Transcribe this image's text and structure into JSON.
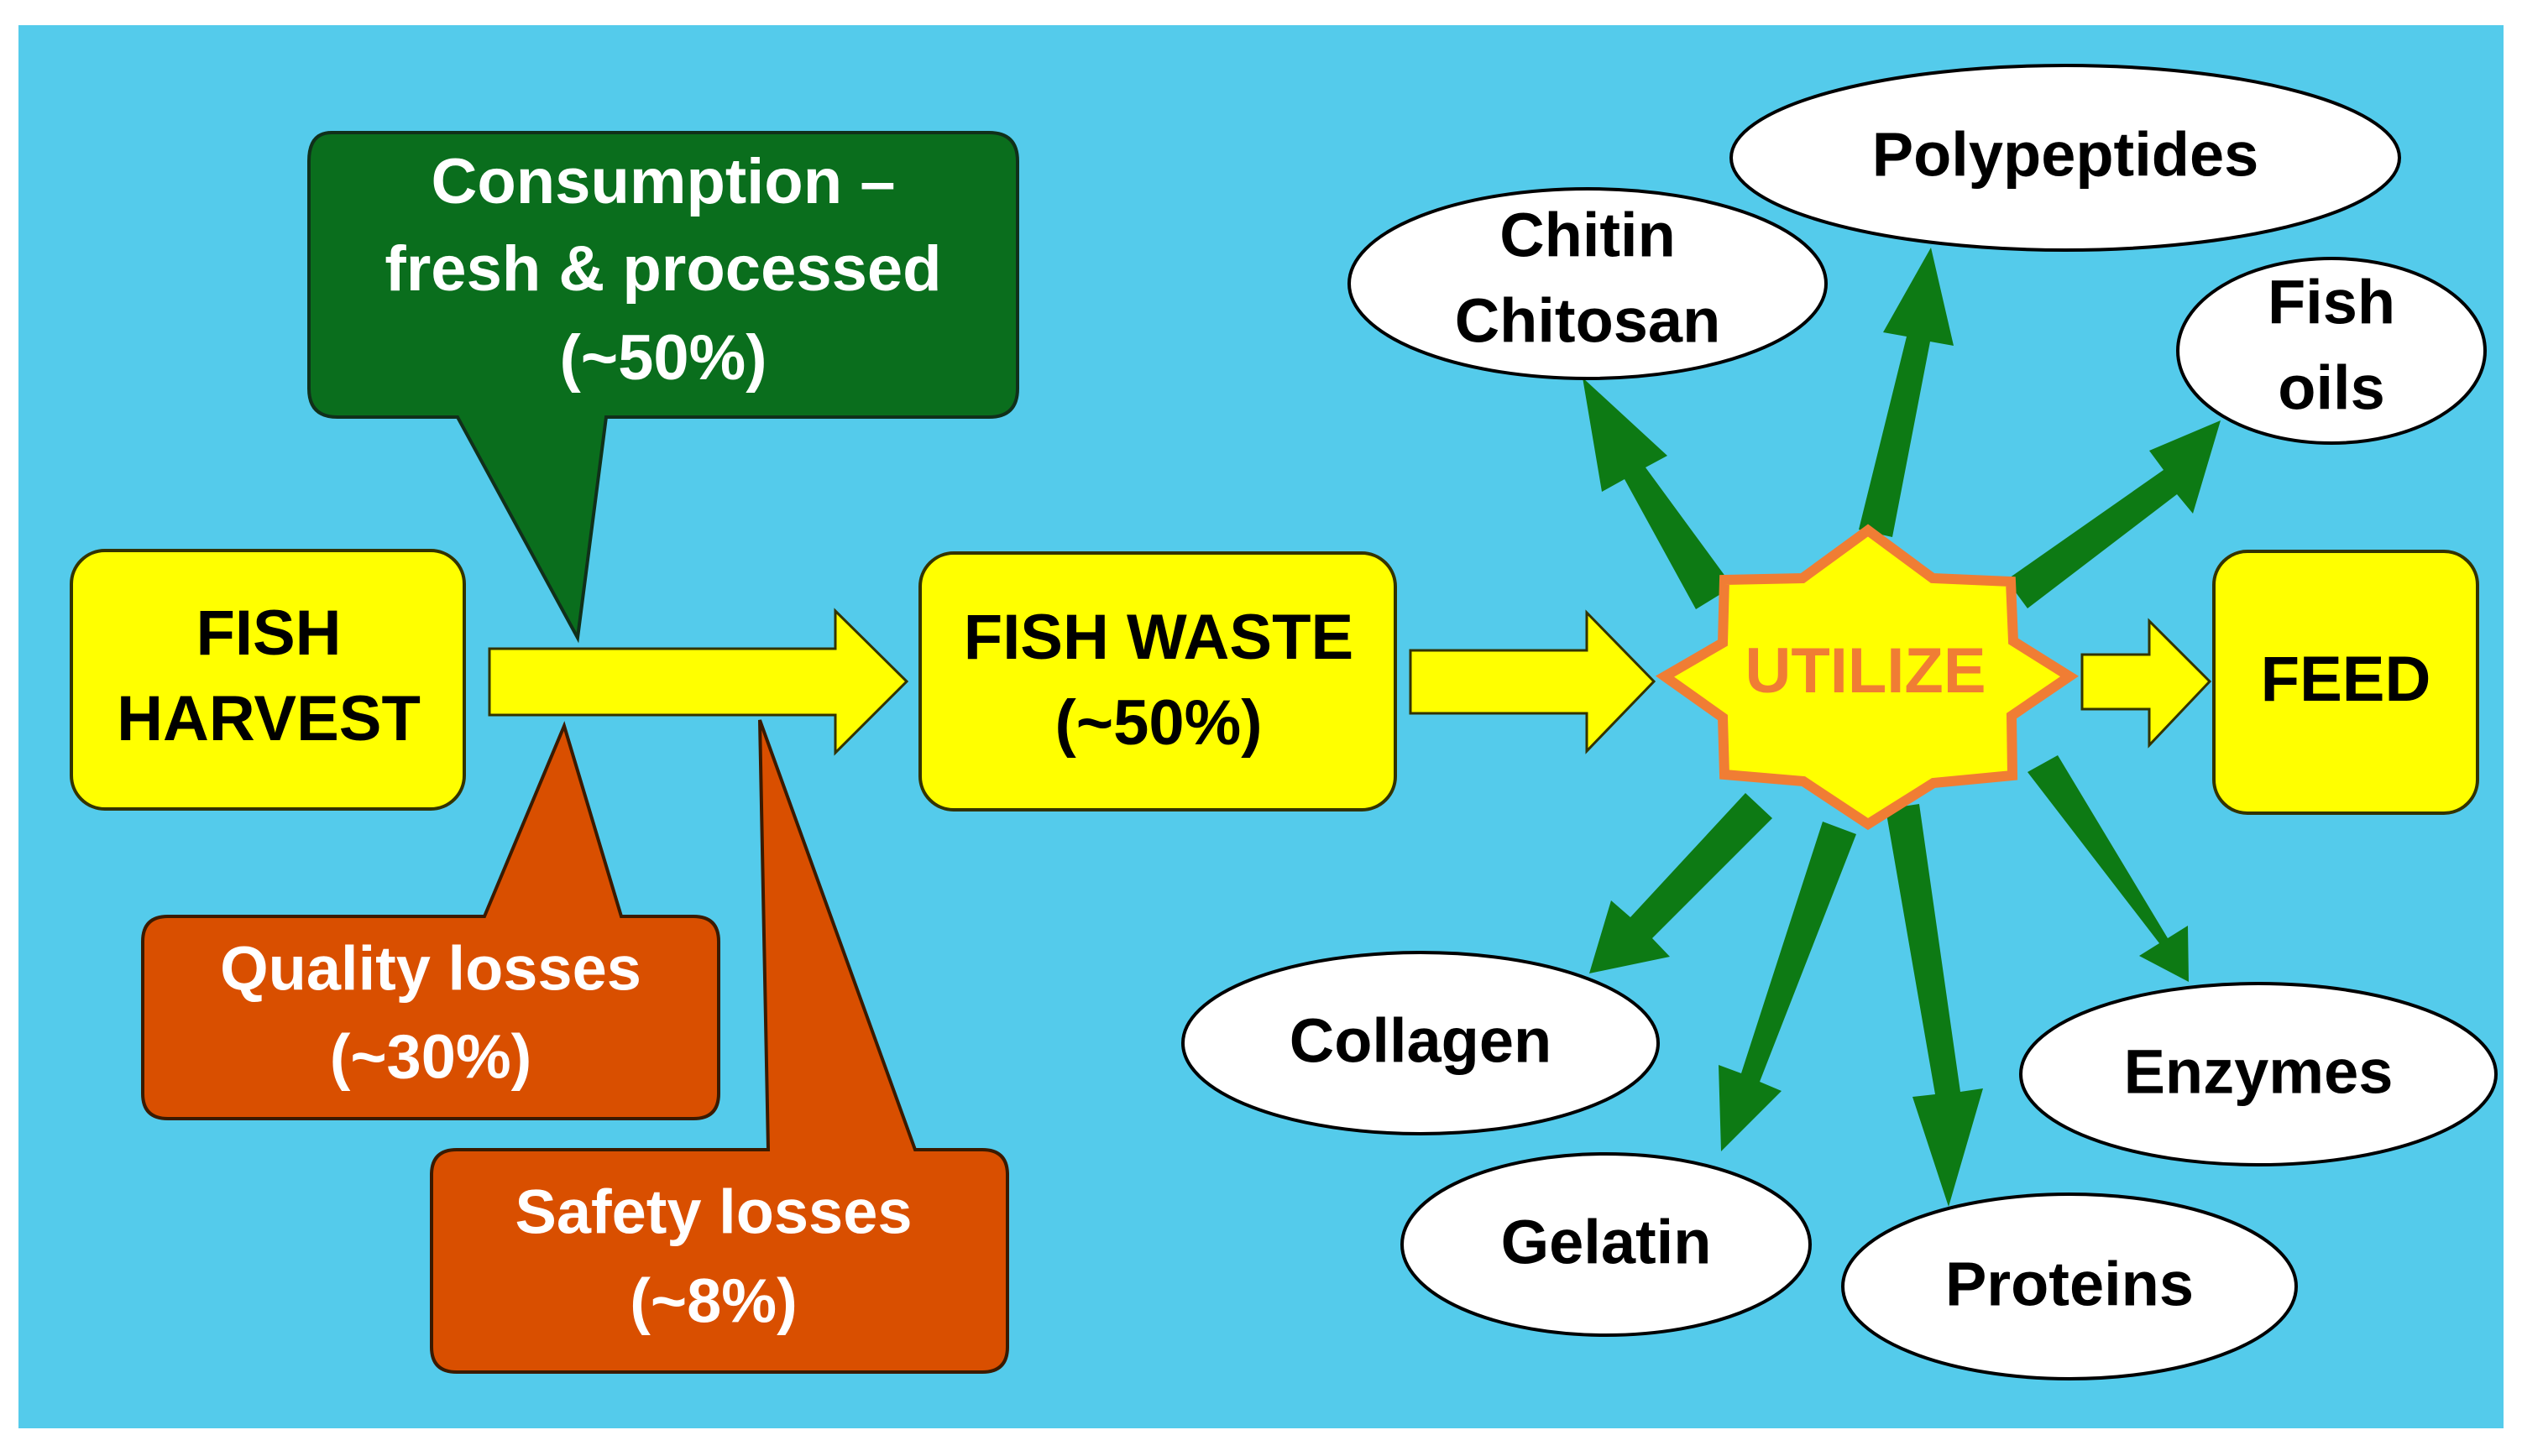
{
  "colors": {
    "background": "#54cbeb",
    "yellow_box": "#ffff00",
    "green_callout": "#0a6e1d",
    "orange_callout": "#d94f00",
    "green_arrow": "#0d7a14",
    "utilize_text": "#f07d34",
    "utilize_border": "#f07d34"
  },
  "nodes": {
    "fish_harvest": [
      "FISH",
      "HARVEST"
    ],
    "fish_waste": [
      "FISH WASTE",
      "(~50%)"
    ],
    "utilize": "UTILIZE",
    "feed": "FEED"
  },
  "callouts": {
    "consumption": [
      "Consumption –",
      "fresh & processed",
      "(~50%)"
    ],
    "quality_losses": [
      "Quality losses",
      "(~30%)"
    ],
    "safety_losses": [
      "Safety losses",
      "(~8%)"
    ]
  },
  "products": {
    "chitin_chitosan": [
      "Chitin",
      "Chitosan"
    ],
    "polypeptides": "Polypeptides",
    "fish_oils": [
      "Fish",
      "oils"
    ],
    "collagen": "Collagen",
    "enzymes": "Enzymes",
    "gelatin": "Gelatin",
    "proteins": "Proteins"
  }
}
